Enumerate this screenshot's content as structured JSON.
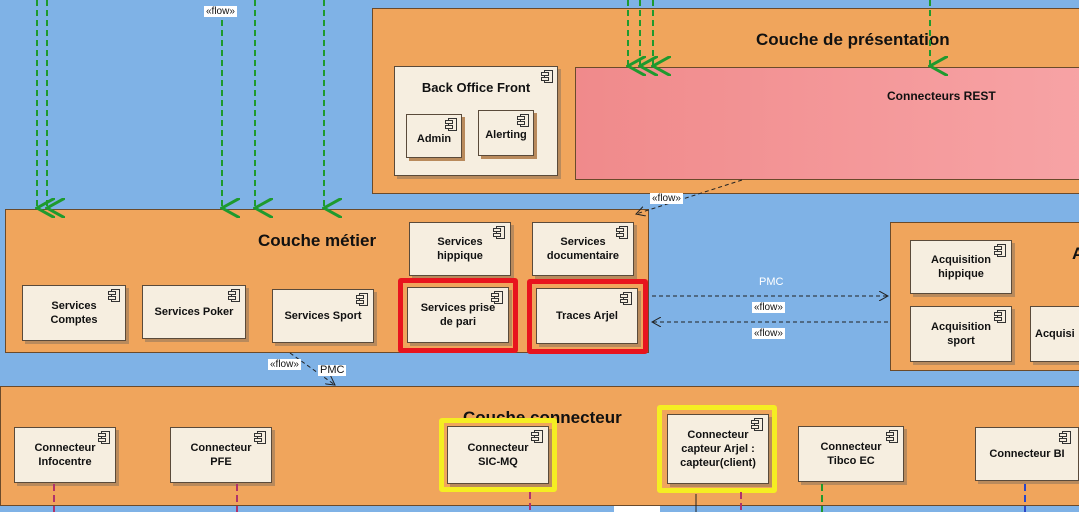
{
  "layers": {
    "presentation": "Couche de présentation",
    "metier": "Couche métier",
    "connecteur": "Couche connecteur",
    "acquisition_partial": "A"
  },
  "presentation": {
    "back_office": "Back Office Front",
    "admin": "Admin",
    "alerting": "Alerting",
    "rest": "Connecteurs REST"
  },
  "metier": {
    "hippique": "Services\nhippique",
    "documentaire": "Services\ndocumentaire",
    "comptes": "Services\nComptes",
    "poker": "Services Poker",
    "sport": "Services Sport",
    "prise_pari": "Services prise\nde pari",
    "traces": "Traces Arjel"
  },
  "acquisition": {
    "hippique": "Acquisition\nhippique",
    "sport": "Acquisition\nsport",
    "partial": "Acquisi"
  },
  "connecteurs": {
    "infocentre": "Connecteur\nInfocentre",
    "pfe": "Connecteur\nPFE",
    "sicmq": "Connecteur\nSIC-MQ",
    "capteur": "Connecteur\ncapteur Arjel :\ncapteur(client)",
    "tibco": "Connecteur\nTibco EC",
    "bi": "Connecteur BI"
  },
  "labels": {
    "flow": "«flow»",
    "pmc": "PMC"
  },
  "colors": {
    "layer": "#f0a55c",
    "background": "#7fb2e6",
    "rest_box": "#f28a8c",
    "highlight_red": "#e8141e",
    "highlight_yellow": "#f5ee22",
    "flow_arrow": "#1e9a2e"
  }
}
